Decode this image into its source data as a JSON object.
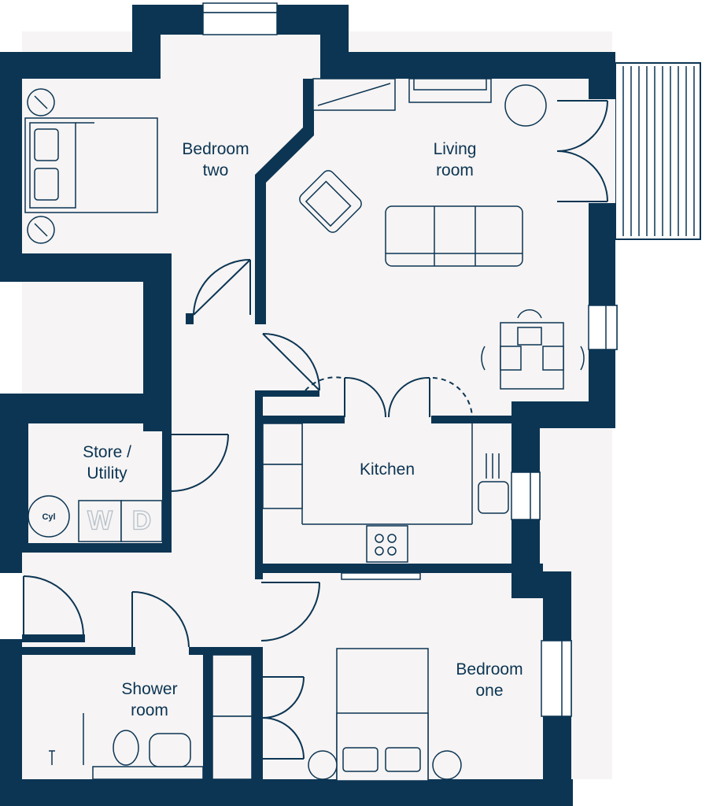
{
  "colors": {
    "wall": "#0c3553",
    "floor": "#f6f4f4",
    "line": "#0c3553",
    "fixture_fill": "#f2f2f2",
    "appliance_letter": "#b6c0c8",
    "text": "#0c3553"
  },
  "rooms": {
    "bedroom_two": {
      "line1": "Bedroom",
      "line2": "two"
    },
    "living_room": {
      "line1": "Living",
      "line2": "room"
    },
    "store_utility": {
      "line1": "Store /",
      "line2": "Utility"
    },
    "kitchen": {
      "line1": "Kitchen"
    },
    "shower_room": {
      "line1": "Shower",
      "line2": "room"
    },
    "bedroom_one": {
      "line1": "Bedroom",
      "line2": "one"
    }
  },
  "fixtures": {
    "cylinder": "Cyl",
    "washer": "W",
    "dryer": "D"
  }
}
